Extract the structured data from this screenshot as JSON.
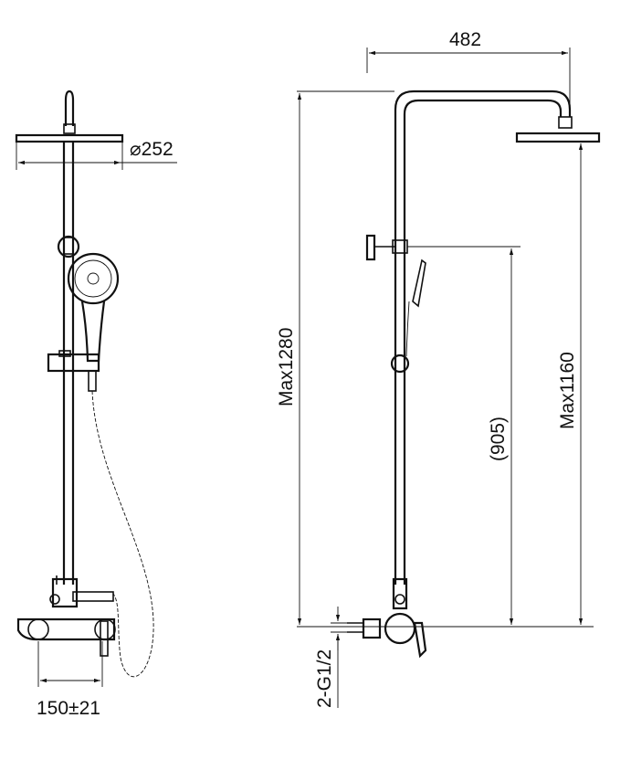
{
  "dimensions": {
    "arm_length": "482",
    "head_diameter": "⌀252",
    "max_height_total": "Max1280",
    "max_height_head": "Max1160",
    "holder_height": "(905)",
    "inlet_spacing": "150±21",
    "inlet_thread": "2-G1/2"
  },
  "colors": {
    "line": "#111111",
    "background": "#ffffff"
  }
}
